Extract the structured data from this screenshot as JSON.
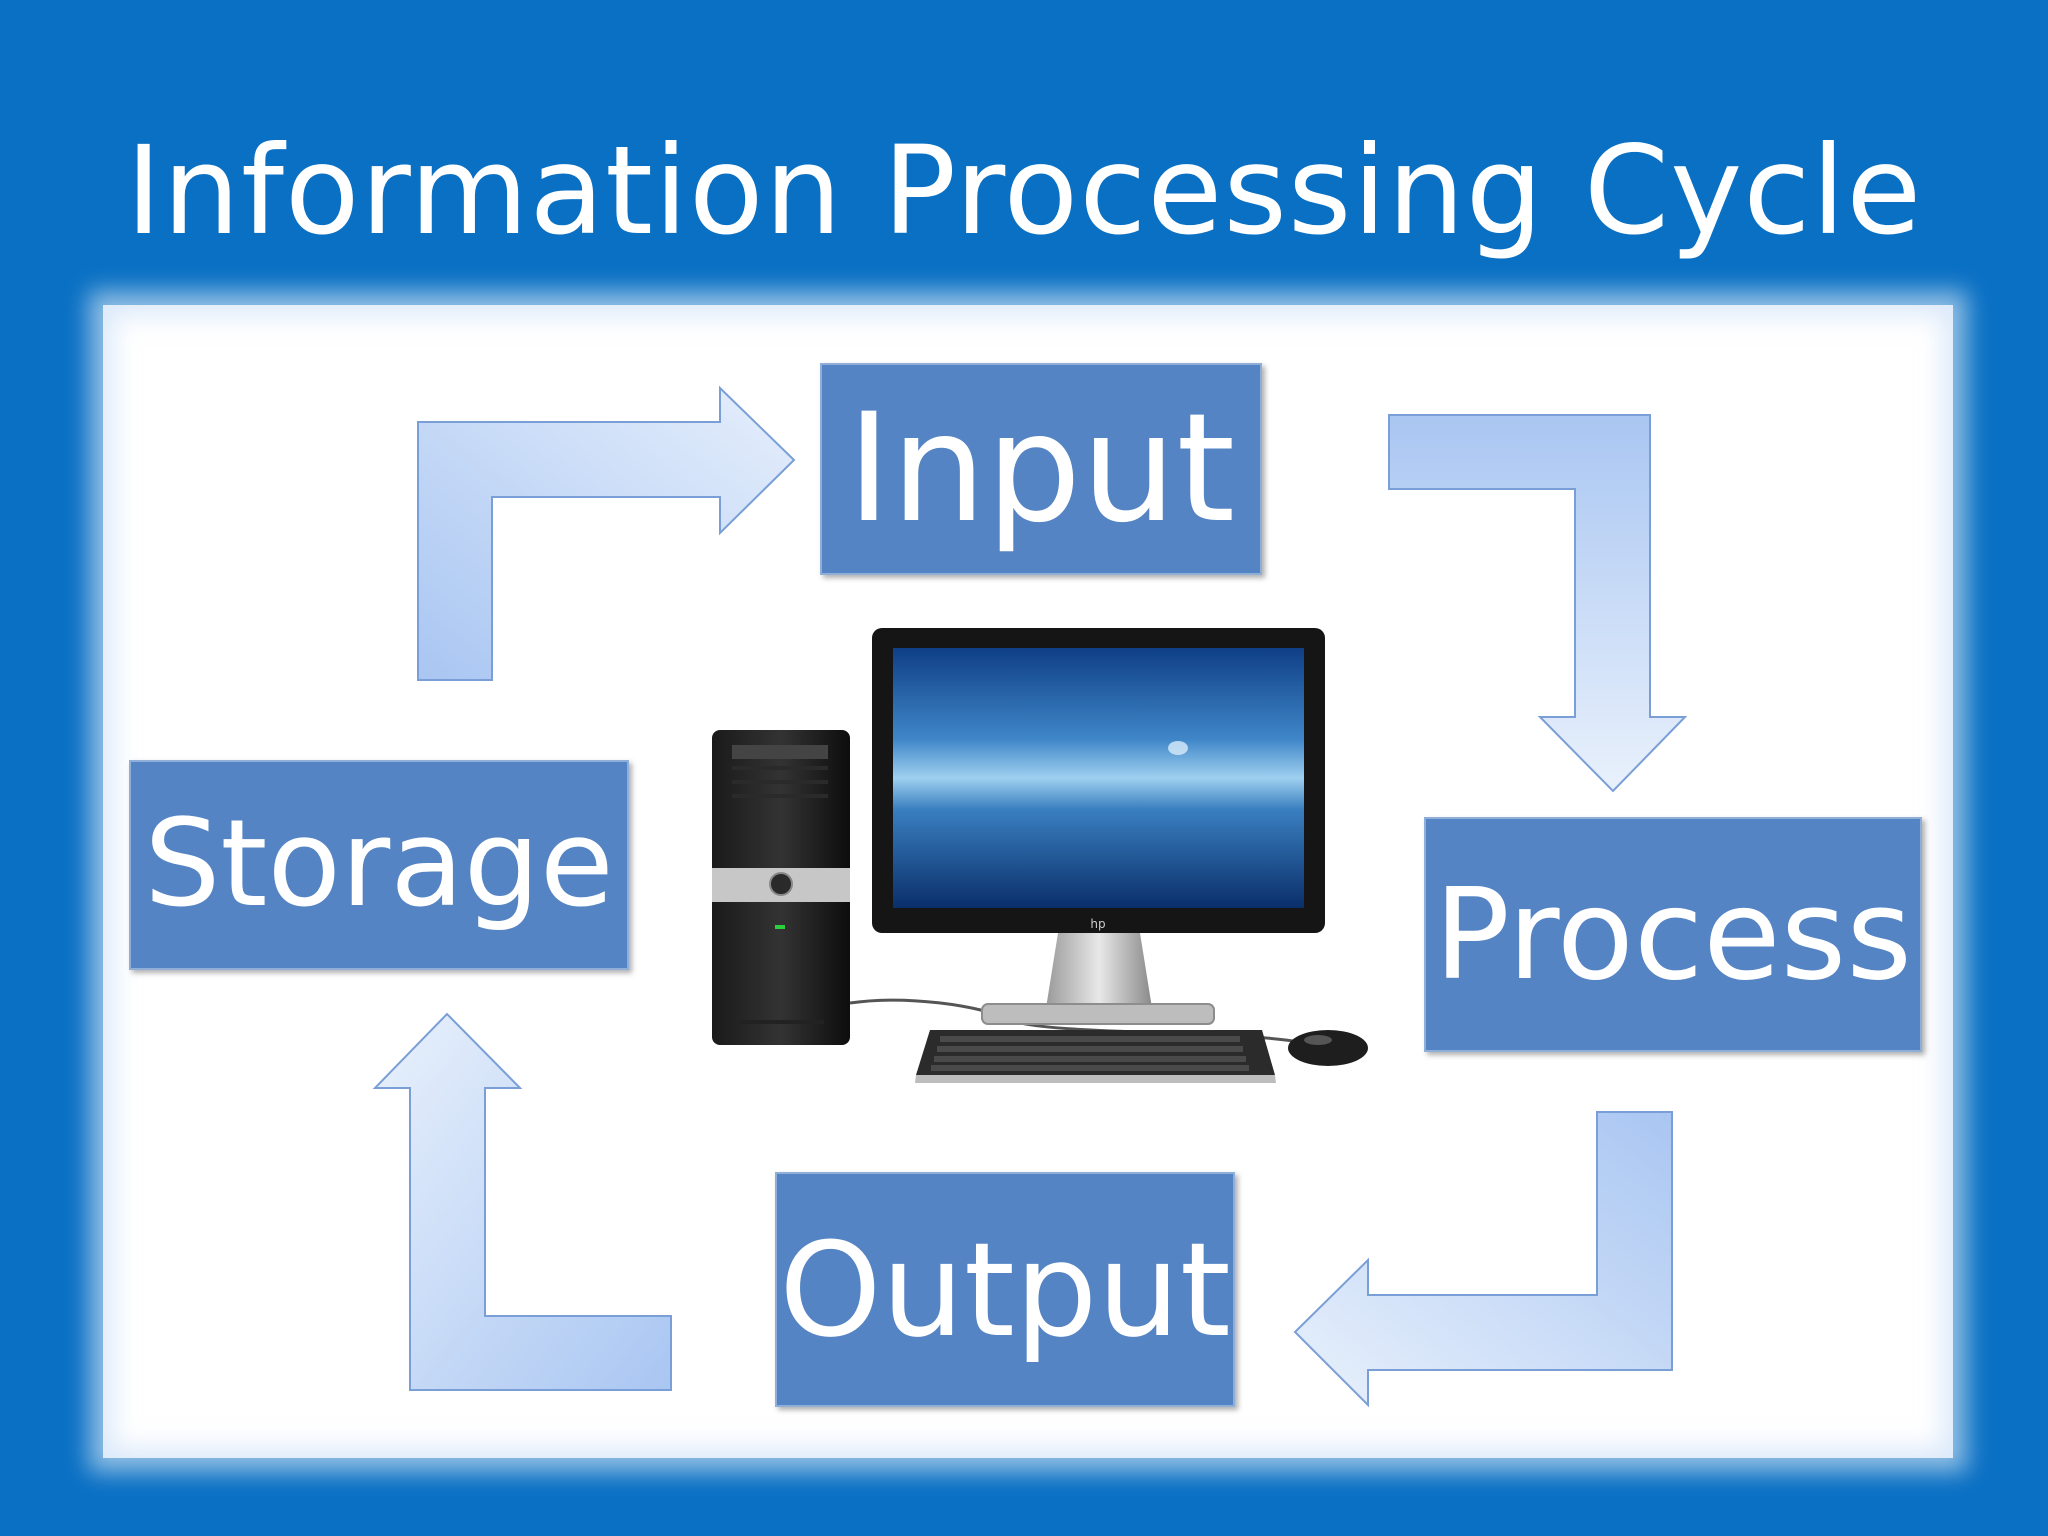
{
  "slide": {
    "title": "Information Processing Cycle",
    "background_color": "#0a70c4",
    "box_color": "#5584c4"
  },
  "stages": {
    "input": "Input",
    "process": "Process",
    "output": "Output",
    "storage": "Storage"
  },
  "illustration": {
    "icon": "desktop-computer-icon",
    "monitor_badge": "hp"
  }
}
